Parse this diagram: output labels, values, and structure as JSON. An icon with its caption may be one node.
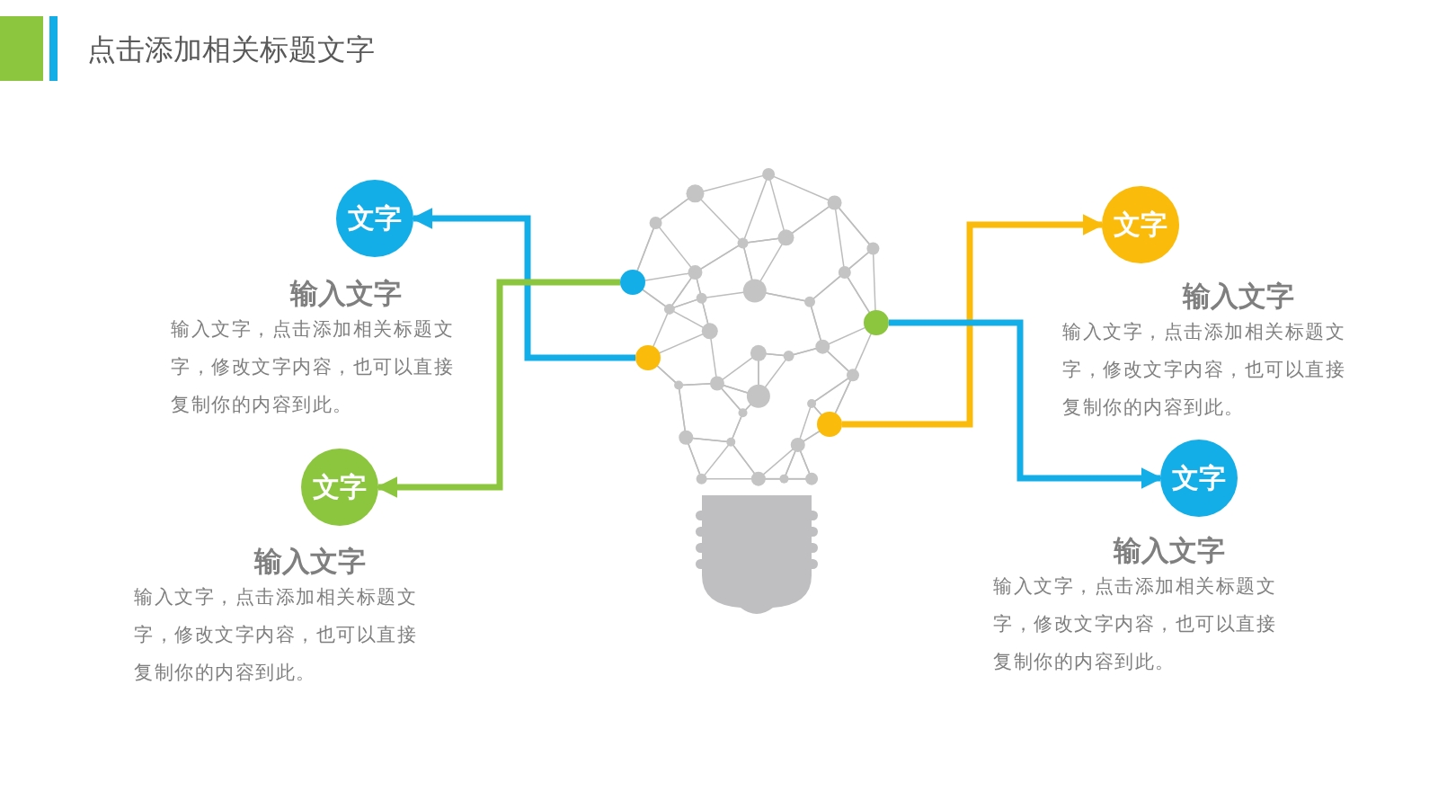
{
  "diagram": {
    "title": "点击添加相关标题文字",
    "nodes": [
      {
        "text": [
          "文字"
        ],
        "beside": [
          "输入文字",
          "输入文字，点击添加相关标题文字，修改文字内容，也可以直接复制你的内容到此。"
        ]
      },
      {
        "text": [
          "文字"
        ],
        "beside": [
          "输入文字",
          "输入文字，点击添加相关标题文字，修改文字内容，也可以直接复制你的内容到此。"
        ]
      },
      {
        "text": [
          "文字"
        ],
        "beside": [
          "输入文字",
          "输入文字，点击添加相关标题文字，修改文字内容，也可以直接复制你的内容到此。"
        ]
      },
      {
        "text": [
          "文字"
        ],
        "beside": [
          "输入文字",
          "输入文字，点击添加相关标题文字，修改文字内容，也可以直接复制你的内容到此。"
        ]
      },
      {
        "text": [],
        "shape": "circle"
      },
      {
        "text": [],
        "shape": "circle"
      },
      {
        "text": [],
        "shape": "circle"
      },
      {
        "text": [],
        "shape": "circle"
      }
    ],
    "edges": [
      {
        "from": 5,
        "to": 0,
        "arrow": "to",
        "color": "#13aee8"
      },
      {
        "from": 4,
        "to": 1,
        "arrow": "to",
        "color": "#8cc63e"
      },
      {
        "from": 7,
        "to": 2,
        "arrow": "to",
        "color": "#fbbb0a"
      },
      {
        "from": 6,
        "to": 3,
        "arrow": "to",
        "color": "#13aee8"
      }
    ]
  }
}
